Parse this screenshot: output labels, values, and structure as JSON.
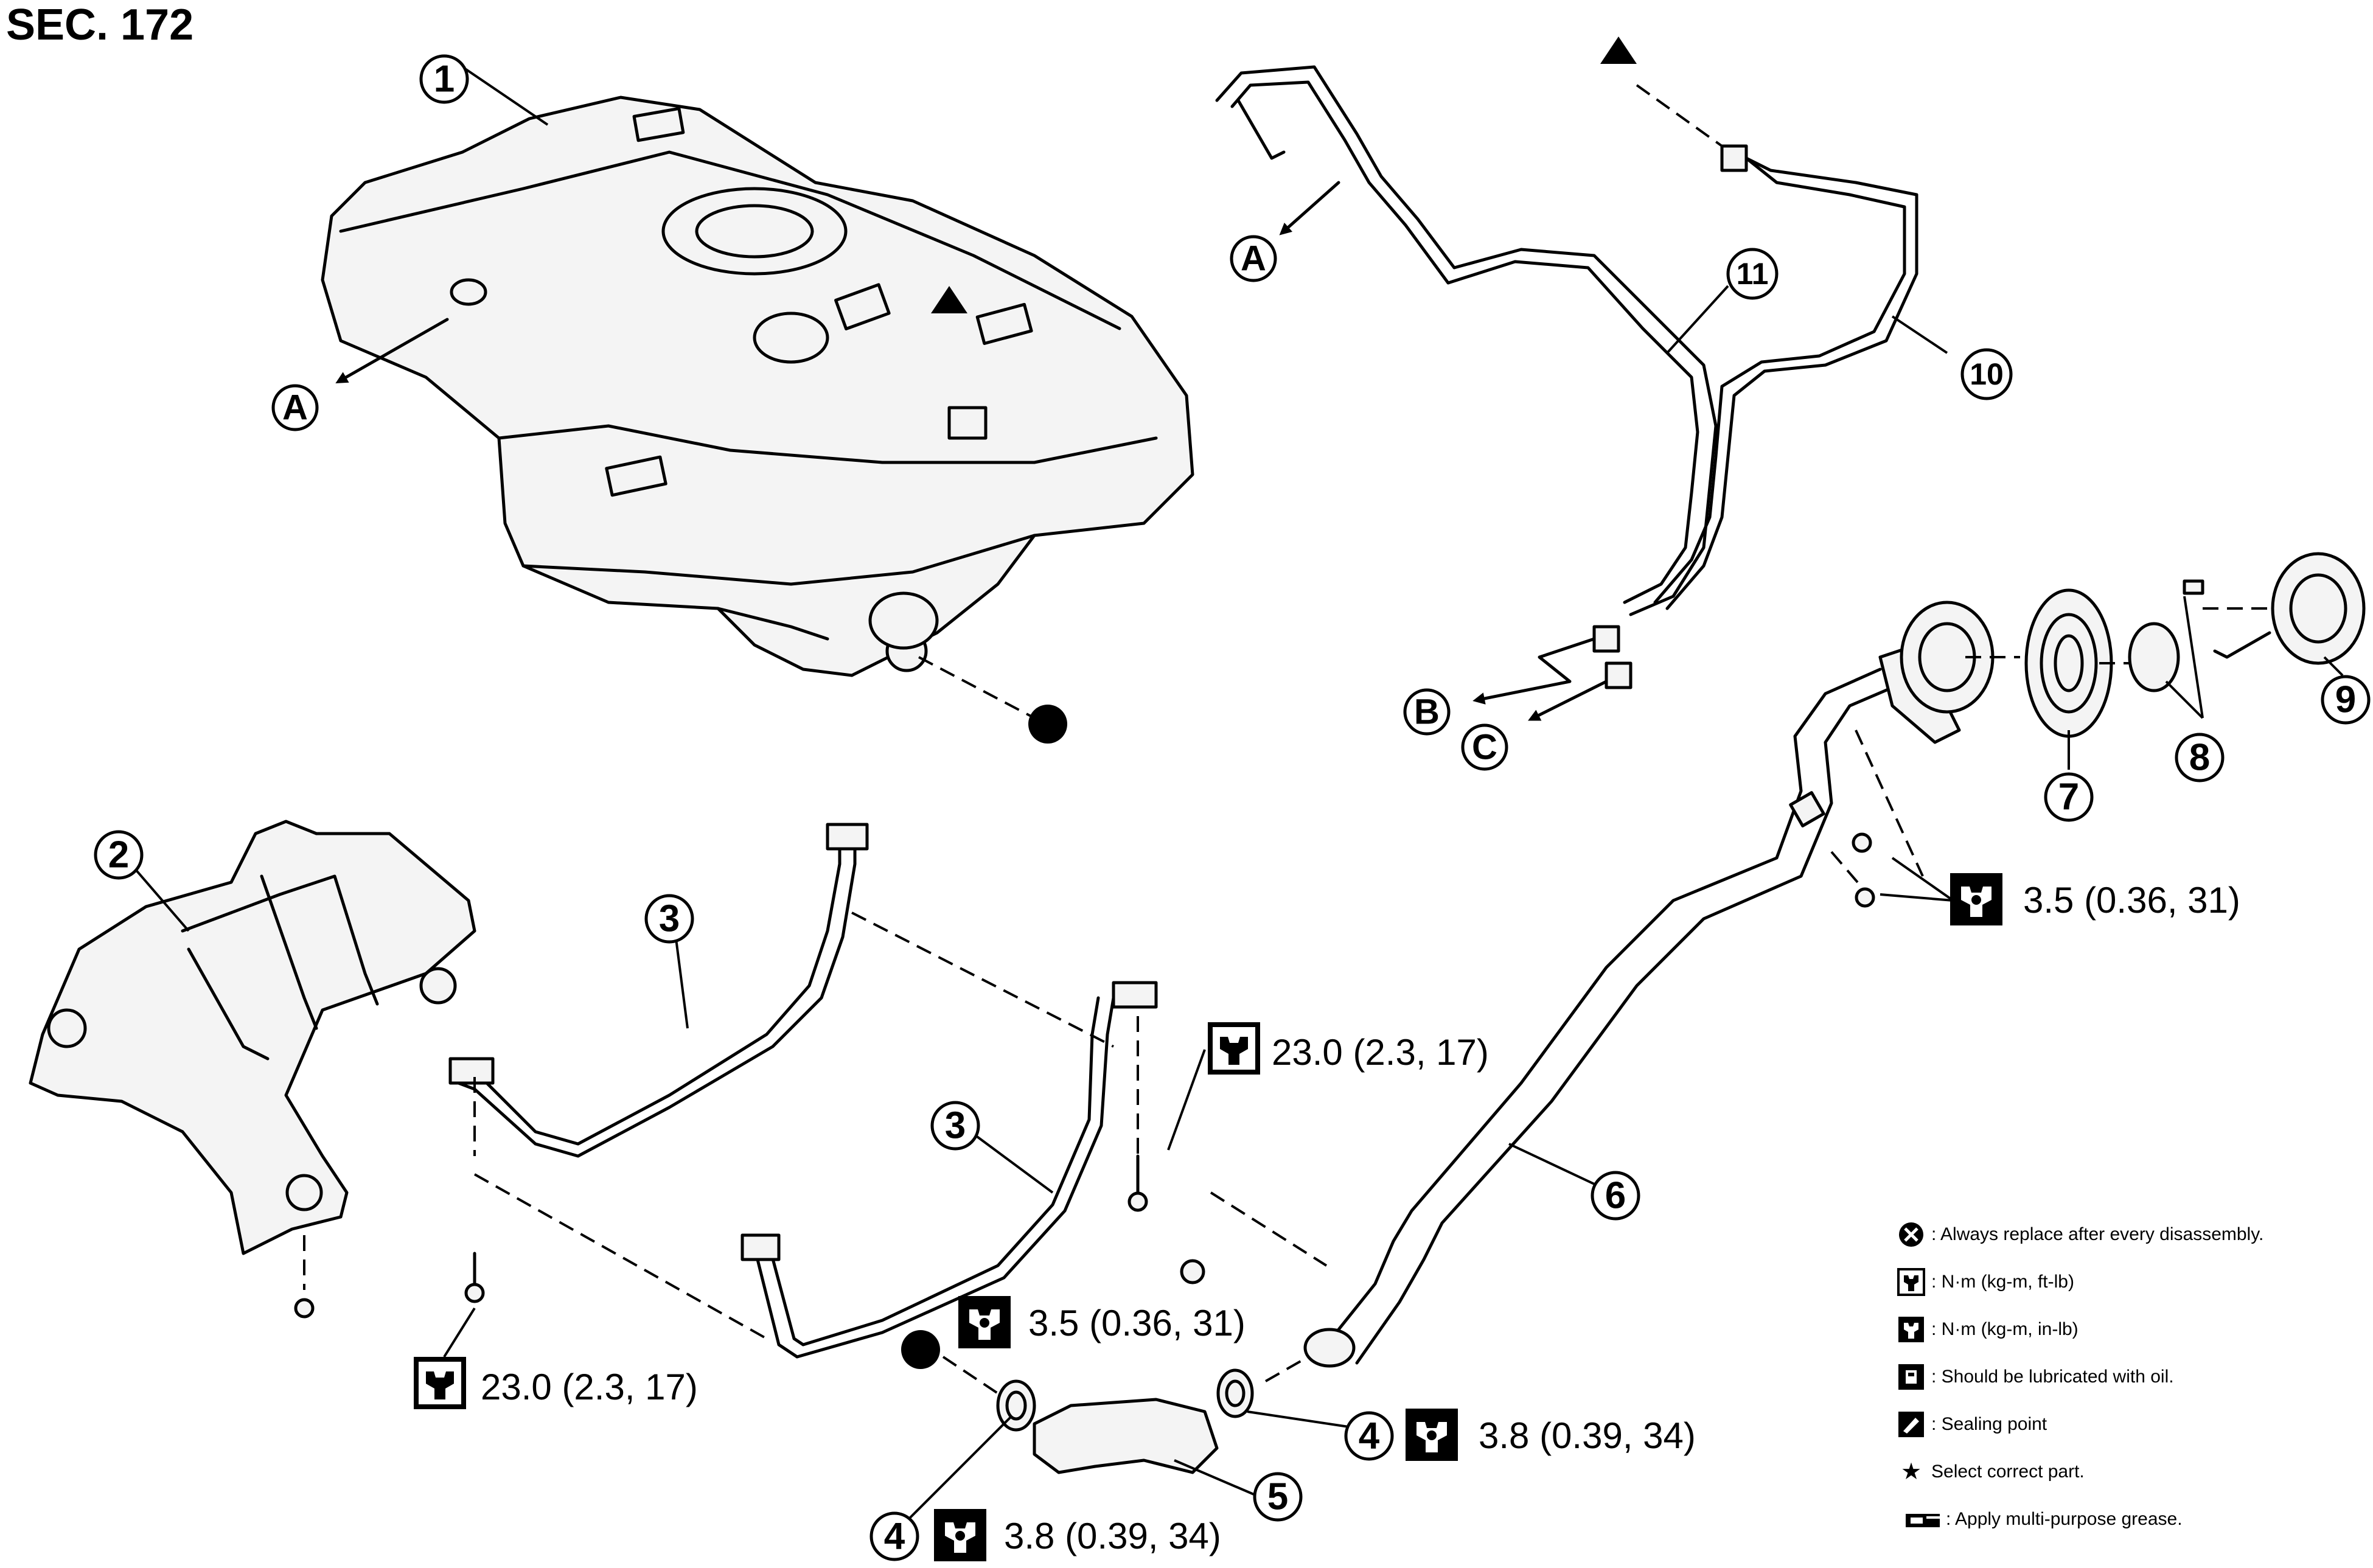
{
  "section_title": "SEC. 172",
  "callouts": [
    {
      "id": "1",
      "label": "1"
    },
    {
      "id": "2",
      "label": "2"
    },
    {
      "id": "3a",
      "label": "3"
    },
    {
      "id": "3b",
      "label": "3"
    },
    {
      "id": "4a",
      "label": "4"
    },
    {
      "id": "4b",
      "label": "4"
    },
    {
      "id": "5",
      "label": "5"
    },
    {
      "id": "6",
      "label": "6"
    },
    {
      "id": "7",
      "label": "7"
    },
    {
      "id": "8",
      "label": "8"
    },
    {
      "id": "9",
      "label": "9"
    },
    {
      "id": "10",
      "label": "10"
    },
    {
      "id": "11",
      "label": "11"
    }
  ],
  "letters": {
    "A": "A",
    "B": "B",
    "C": "C"
  },
  "torques": {
    "t1": "3.5 (0.36, 31)",
    "t2": "23.0 (2.3, 17)",
    "t3": "23.0 (2.3, 17)",
    "t4": "3.5 (0.36, 31)",
    "t5": "3.8 (0.39, 34)",
    "t6": "3.8 (0.39, 34)"
  },
  "legend": [
    {
      "icon": "always-replace-icon",
      "text": ": Always replace after every disassembly."
    },
    {
      "icon": "torque-ftlb-icon",
      "text": ": N·m (kg-m, ft-lb)"
    },
    {
      "icon": "torque-inlb-icon",
      "text": ": N·m (kg-m, in-lb)"
    },
    {
      "icon": "oil-lubricate-icon",
      "text": ": Should be lubricated with oil."
    },
    {
      "icon": "sealing-point-icon",
      "text": ": Sealing point"
    },
    {
      "icon": "star-icon",
      "text": "Select correct part."
    },
    {
      "icon": "grease-icon",
      "text": ": Apply multi-purpose grease."
    }
  ]
}
